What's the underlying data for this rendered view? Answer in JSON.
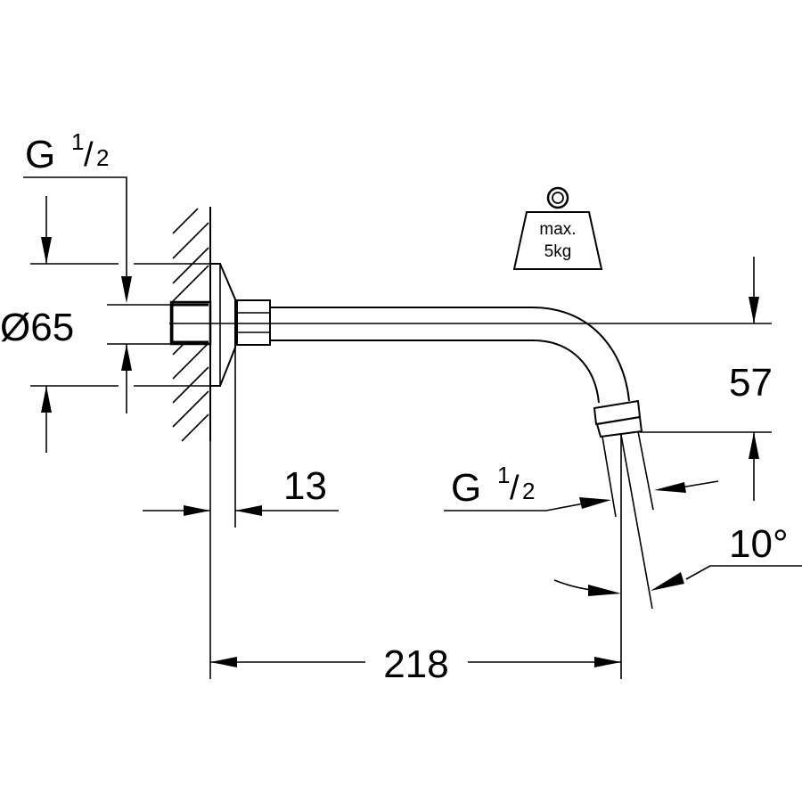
{
  "drawing": {
    "type": "technical dimension drawing",
    "subject": "shower arm with wall flange",
    "thread_inlet": {
      "main": "G",
      "sup": "1",
      "sub": "2"
    },
    "thread_outlet": {
      "main": "G",
      "sup": "1",
      "sub": "2"
    },
    "flange_diameter": "Ø65",
    "flange_depth": "13",
    "projection_length": "218",
    "drop_height": "57",
    "outlet_angle": "10°",
    "weight_label": {
      "line1": "max.",
      "line2": "5kg"
    }
  }
}
